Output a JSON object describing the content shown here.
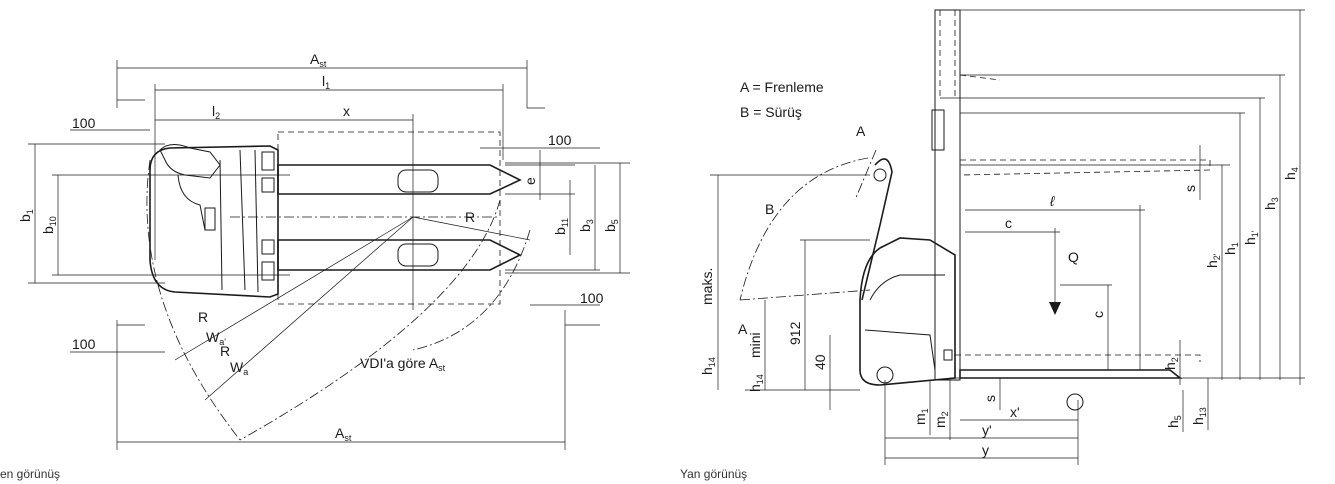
{
  "top_view": {
    "caption": "en görünüş",
    "note": "VDI'a göre A",
    "note_sub": "st",
    "dims": {
      "ast_top": "A",
      "ast_sub": "st",
      "l1": "l",
      "l1_sub": "1",
      "l2": "l",
      "l2_sub": "2",
      "x": "x",
      "c100_tl": "100",
      "c100_tr": "100",
      "c100_br": "100",
      "c100_bl": "100",
      "b1": "b",
      "b1_sub": "1",
      "b10": "b",
      "b10_sub": "10",
      "b11": "b",
      "b11_sub": "11",
      "b3": "b",
      "b3_sub": "3",
      "b5": "b",
      "b5_sub": "5",
      "e": "e",
      "R_center": "R",
      "R1": "R",
      "Wa1": "W",
      "Wa1_sub": "a'",
      "R2": "R",
      "Wa2": "W",
      "Wa2_sub": "a",
      "ast_bottom": "A",
      "ast_bottom_sub": "st"
    }
  },
  "side_view": {
    "caption": "Yan görünüş",
    "legend": {
      "a": "A = Frenleme",
      "b": "B = Sürüş"
    },
    "dims": {
      "A": "A",
      "B": "B",
      "A_small": "A",
      "maks": "maks.",
      "mini": "mini",
      "d912": "912",
      "d40": "40",
      "h14a": "h",
      "h14a_sub": "14",
      "h14b": "h",
      "h14b_sub": "14",
      "c_top": "c",
      "c_side": "c",
      "l": "ℓ",
      "Q": "Q",
      "s_top": "s",
      "s_bot": "s",
      "h1": "h",
      "h1_sub": "1",
      "h1p": "h",
      "h1p_sub": "1'",
      "h2p": "h",
      "h2p_sub": "2'",
      "h2": "h",
      "h2_sub": "2",
      "h3": "h",
      "h3_sub": "3",
      "h4": "h",
      "h4_sub": "4",
      "h5": "h",
      "h5_sub": "5",
      "h13": "h",
      "h13_sub": "13",
      "m1": "m",
      "m1_sub": "1",
      "m2": "m",
      "m2_sub": "2",
      "xp": "x'",
      "yp": "y'",
      "y": "y"
    }
  }
}
